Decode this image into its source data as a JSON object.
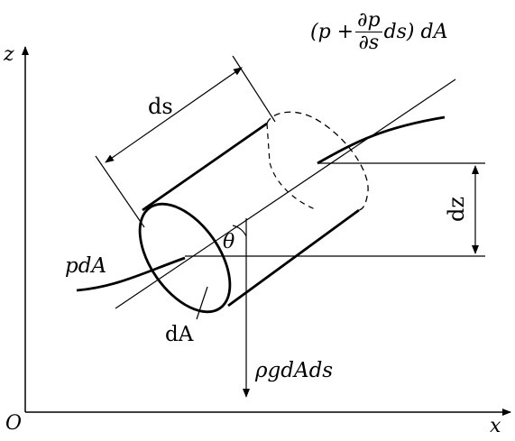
{
  "labels": {
    "z_axis": "z",
    "x_axis": "x",
    "origin": "O",
    "ds": "ds",
    "dz": "dz",
    "theta": "θ",
    "p_dA": "pdA",
    "dA": "dA",
    "gravity": "ρgdAds",
    "top_force": {
      "open": "(p +",
      "frac_num": "∂p",
      "frac_den": "∂s",
      "close": "ds) dA"
    }
  }
}
